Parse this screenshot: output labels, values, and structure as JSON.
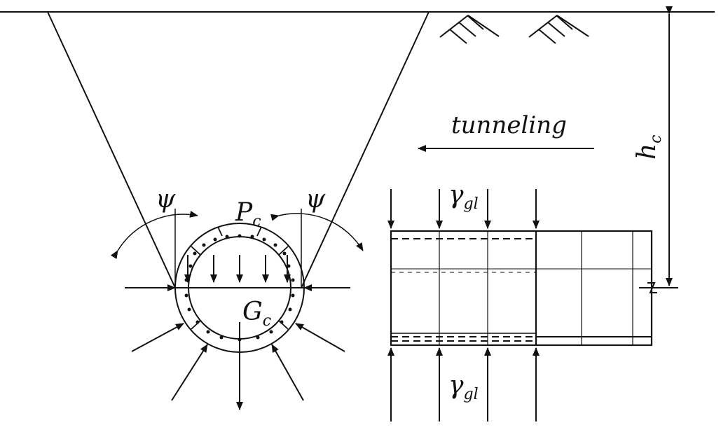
{
  "labels": {
    "tunneling": "tunneling",
    "psi_left": "ψ",
    "psi_right": "ψ",
    "pc_main": "P",
    "pc_sub": "c",
    "gc_main": "G",
    "gc_sub": "c",
    "gamma_top_main": "γ",
    "gamma_top_sub": "gl",
    "gamma_bottom_main": "γ",
    "gamma_bottom_sub": "gl",
    "hc_main": "h",
    "hc_sub": "c"
  },
  "colors": {
    "stroke": "#111111",
    "background": "#ffffff"
  }
}
